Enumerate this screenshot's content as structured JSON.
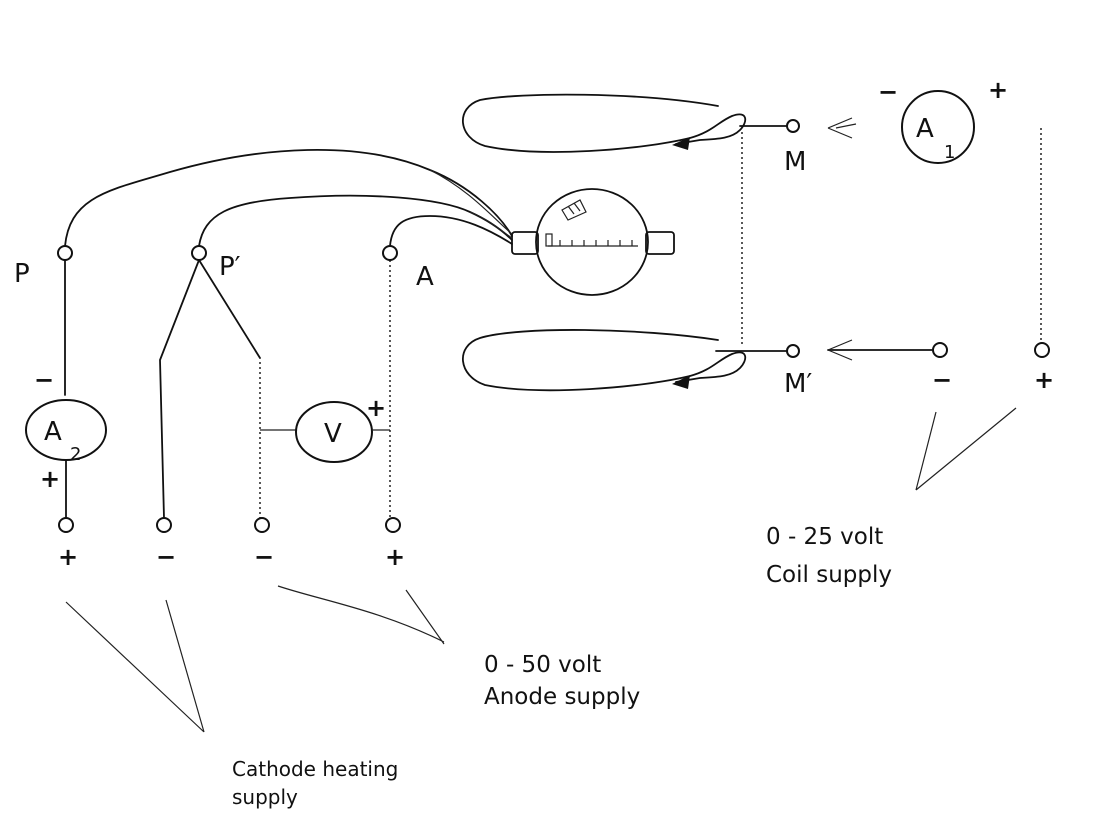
{
  "terminals": {
    "p": "P",
    "p_prime": "P′",
    "a": "A",
    "m": "M",
    "m_prime": "M′"
  },
  "meters": {
    "a1": {
      "letter": "A",
      "sub": "1"
    },
    "a2": {
      "letter": "A",
      "sub": "2"
    },
    "v": {
      "letter": "V"
    }
  },
  "polarity": {
    "a1_left": "−",
    "a1_right": "+",
    "a2_top": "−",
    "a2_bottom": "+",
    "v_right": "+",
    "coil_neg": "−",
    "coil_pos": "+",
    "bottom_1": "+",
    "bottom_2": "−",
    "bottom_3": "−",
    "bottom_4": "+"
  },
  "labels": {
    "coil_supply_range": "0 - 25 volt",
    "coil_supply_name": "Coil supply",
    "anode_supply_range": "0 - 50 volt",
    "anode_supply_name": "Anode supply",
    "cathode_supply_line1": "Cathode heating",
    "cathode_supply_line2": "supply"
  }
}
